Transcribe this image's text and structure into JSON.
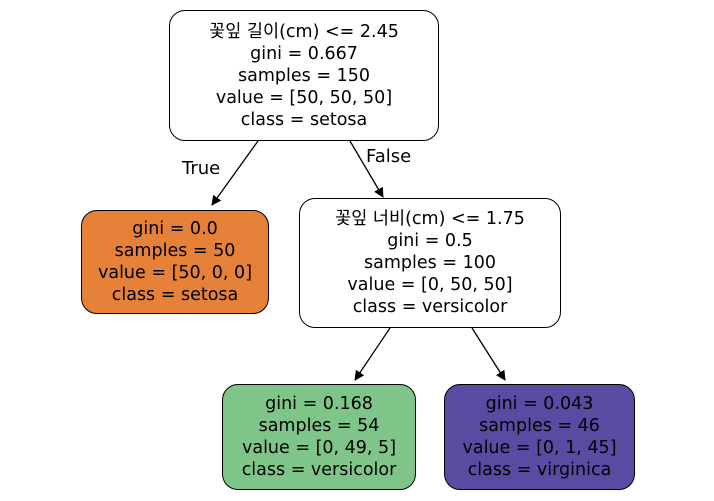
{
  "colors": {
    "root": "#ffffff",
    "leaf_setosa": "#e58139",
    "split_right": "#ffffff",
    "leaf_versicolor": "#7fc58a",
    "leaf_virginica": "#5b4aa2",
    "edge": "#000000"
  },
  "edges": {
    "true_label": "True",
    "false_label": "False"
  },
  "nodes": {
    "root": {
      "condition": "꽃잎 길이(cm) <= 2.45",
      "gini": "gini = 0.667",
      "samples": "samples = 150",
      "value": "value = [50, 50, 50]",
      "class": "class = setosa"
    },
    "leaf_setosa": {
      "gini": "gini = 0.0",
      "samples": "samples = 50",
      "value": "value = [50, 0, 0]",
      "class": "class = setosa"
    },
    "split_right": {
      "condition": "꽃잎 너비(cm) <= 1.75",
      "gini": "gini = 0.5",
      "samples": "samples = 100",
      "value": "value = [0, 50, 50]",
      "class": "class = versicolor"
    },
    "leaf_versicolor": {
      "gini": "gini = 0.168",
      "samples": "samples = 54",
      "value": "value = [0, 49, 5]",
      "class": "class = versicolor"
    },
    "leaf_virginica": {
      "gini": "gini = 0.043",
      "samples": "samples = 46",
      "value": "value = [0, 1, 45]",
      "class": "class = virginica"
    }
  }
}
